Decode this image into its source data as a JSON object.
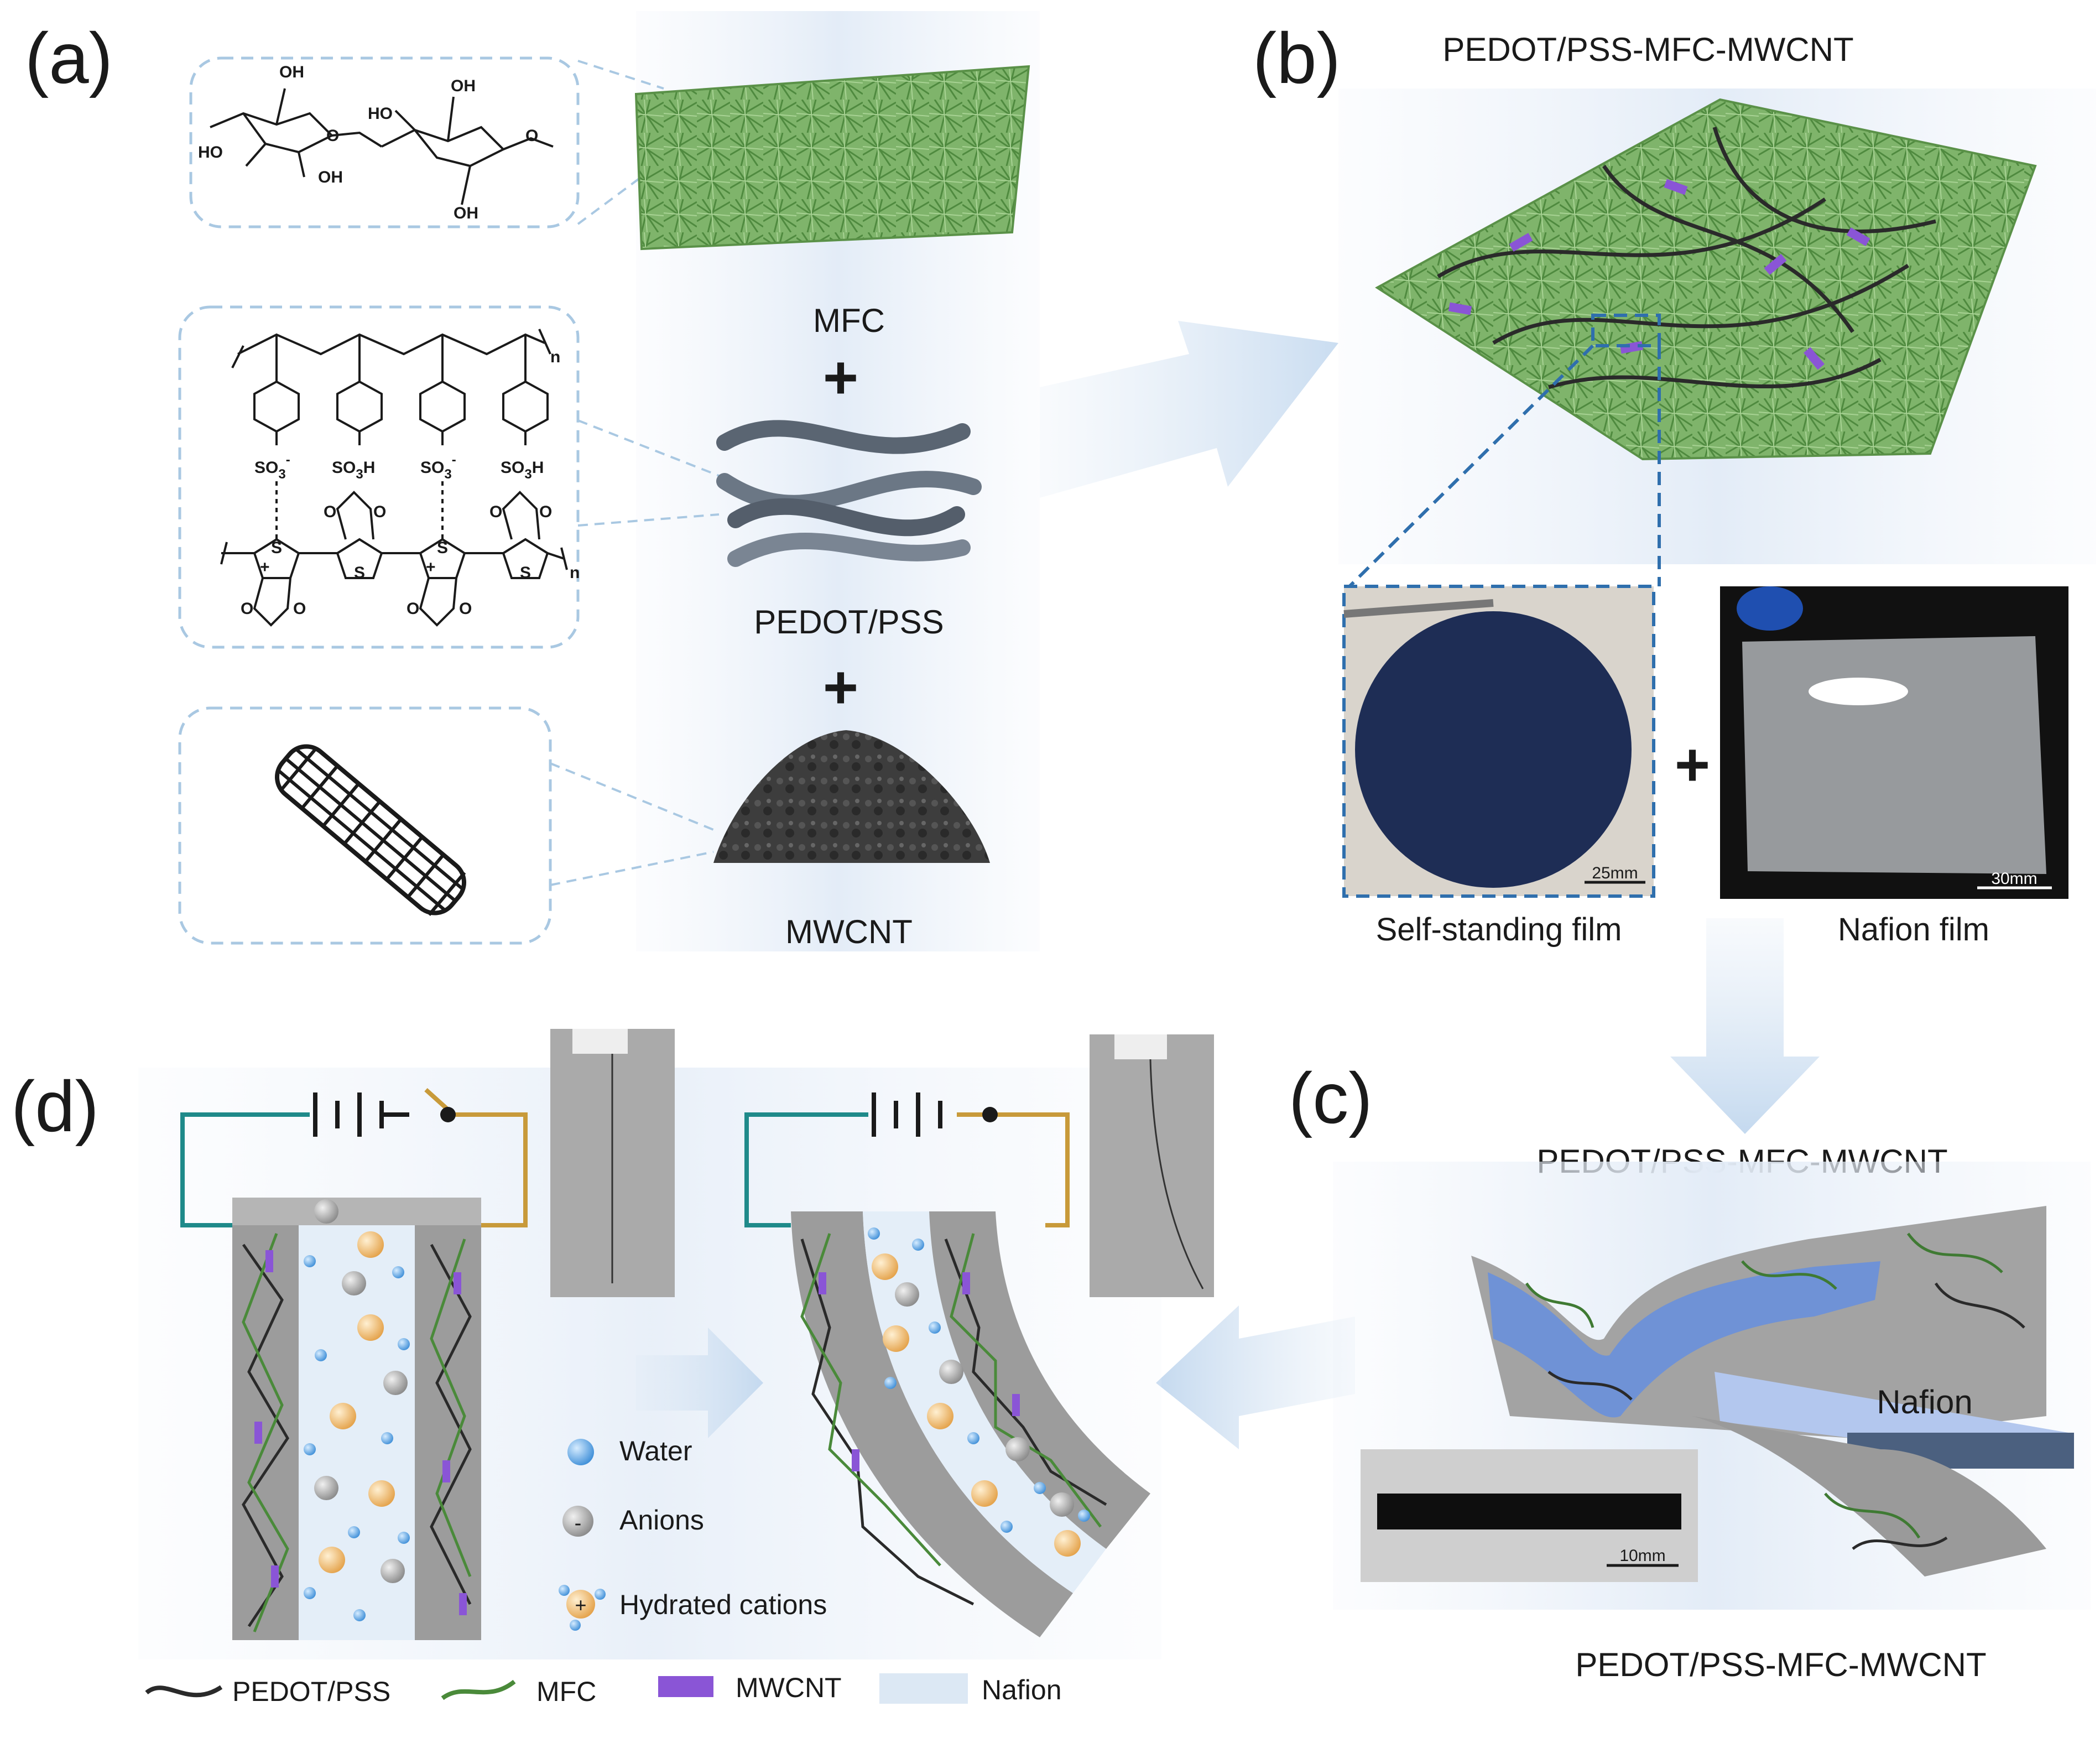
{
  "panels": {
    "a": "(a)",
    "b": "(b)",
    "c": "(c)",
    "d": "(d)"
  },
  "panel_a": {
    "materials": [
      "MFC",
      "PEDOT/PSS",
      "MWCNT"
    ],
    "plus": "+",
    "chem": {
      "oh": "OH",
      "ho": "HO",
      "so3": "SO",
      "so3_sup": "-",
      "sub3": "3",
      "so3h": "SO",
      "h": "H",
      "s": "S",
      "o": "O",
      "n": "n",
      "plus": "+"
    }
  },
  "panel_b": {
    "title": "PEDOT/PSS-MFC-MWCNT",
    "photo_left": {
      "caption": "Self-standing film",
      "scale": "25mm"
    },
    "photo_right": {
      "caption": "Nafion film",
      "scale": "30mm"
    },
    "plus": "+"
  },
  "panel_c": {
    "top_label": "PEDOT/PSS-MFC-MWCNT",
    "bottom_label": "PEDOT/PSS-MFC-MWCNT",
    "nafion_label": "Nafion",
    "photo_scale": "10mm"
  },
  "panel_d": {
    "ion_legend": [
      "Water",
      "Anions",
      "Hydrated cations"
    ],
    "anion_sign": "-",
    "cation_sign": "+"
  },
  "legend": {
    "items": [
      "PEDOT/PSS",
      "MFC",
      "MWCNT",
      "Nafion"
    ],
    "colors": {
      "pedot": "#2a2a2a",
      "mfc": "#4a8a3a",
      "mwcnt": "#8a55d6",
      "nafion": "#dce8f4"
    }
  }
}
